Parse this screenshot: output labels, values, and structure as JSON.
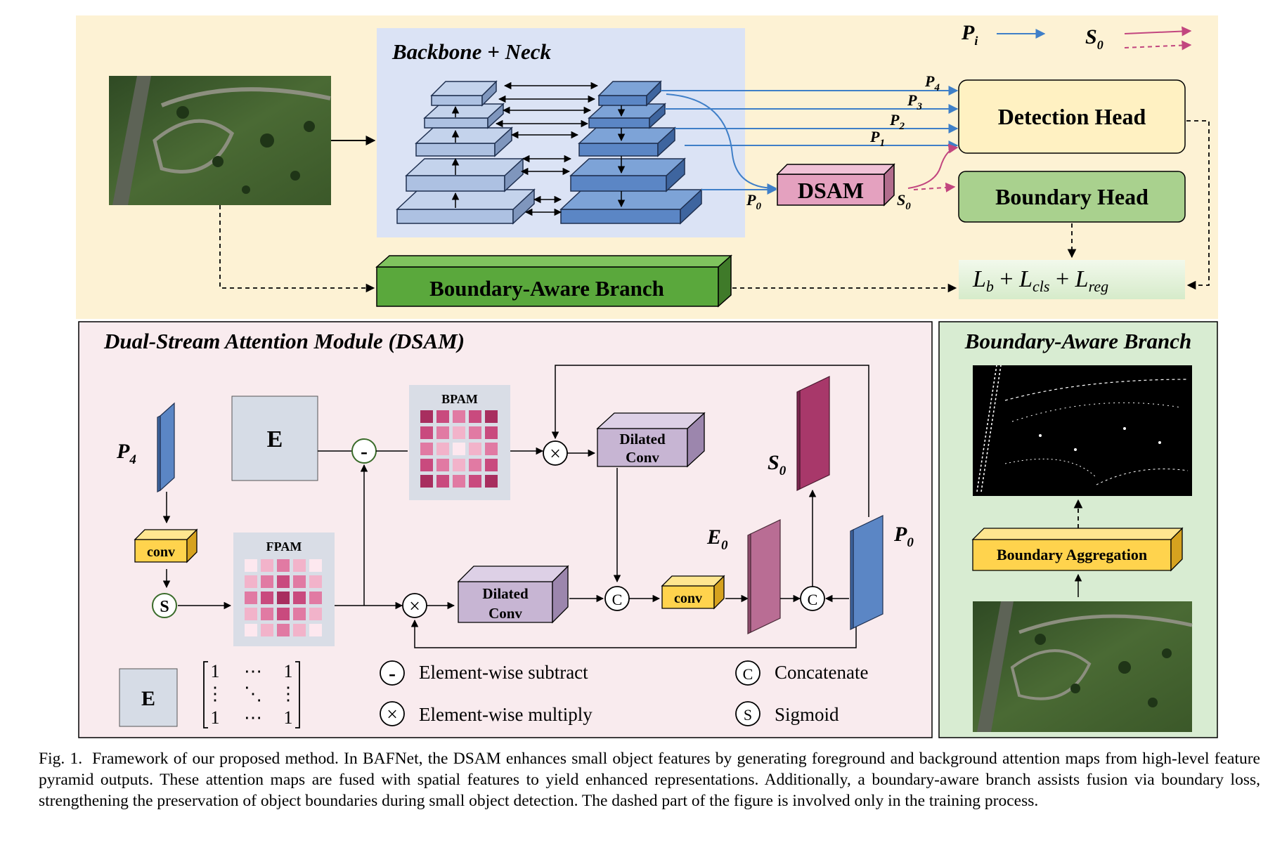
{
  "top": {
    "backbone_title": "Backbone + Neck",
    "legend": {
      "pi_label": "P",
      "pi_sub": "i",
      "s0_label": "S",
      "s0_sub": "0"
    },
    "feature_labels": [
      {
        "main": "P",
        "sub": "4"
      },
      {
        "main": "P",
        "sub": "3"
      },
      {
        "main": "P",
        "sub": "2"
      },
      {
        "main": "P",
        "sub": "1"
      },
      {
        "main": "P",
        "sub": "0"
      },
      {
        "main": "S",
        "sub": "0"
      }
    ],
    "dsam_label": "DSAM",
    "detection_head": "Detection Head",
    "boundary_head": "Boundary Head",
    "boundary_branch": "Boundary-Aware Branch",
    "loss": {
      "lb": "L",
      "lb_sub": "b",
      "plus1": " + ",
      "lcls": "L",
      "lcls_sub": "cls",
      "plus2": " + ",
      "lreg": "L",
      "lreg_sub": "reg"
    }
  },
  "dsam_panel": {
    "title": "Dual-Stream Attention Module (DSAM)",
    "p4": {
      "main": "P",
      "sub": "4"
    },
    "conv": "conv",
    "sigmoid": "S",
    "e_block": "E",
    "fpam": "FPAM",
    "bpam": "BPAM",
    "dilated_top": [
      "Dilated",
      "Conv"
    ],
    "dilated_bottom": [
      "Dilated",
      "Conv"
    ],
    "concat": "C",
    "conv2": "conv",
    "e0": {
      "main": "E",
      "sub": "0"
    },
    "s0": {
      "main": "S",
      "sub": "0"
    },
    "p0": {
      "main": "P",
      "sub": "0"
    },
    "subtract_symbol": "-",
    "multiply_symbol": "×",
    "matrix": {
      "e": "E",
      "r1c1": "1",
      "r1c2": "⋯",
      "r1c3": "1",
      "r2c1": "⋮",
      "r2c2": "⋱",
      "r2c3": "⋮",
      "r3c1": "1",
      "r3c2": "⋯",
      "r3c3": "1"
    },
    "legend": [
      {
        "symbol": "-",
        "text": "Element-wise subtract"
      },
      {
        "symbol": "×",
        "text": "Element-wise multiply"
      },
      {
        "symbol": "C",
        "text": "Concatenate"
      },
      {
        "symbol": "S",
        "text": "Sigmoid"
      }
    ]
  },
  "boundary_panel": {
    "title": "Boundary-Aware Branch",
    "aggregation": "Boundary Aggregation"
  },
  "caption": {
    "label": "Fig. 1.",
    "text": "Framework of our proposed method. In BAFNet, the DSAM enhances small object features by generating foreground and background attention maps from high-level feature pyramid outputs. These attention maps are fused with spatial features to yield enhanced representations. Additionally, a boundary-aware branch assists fusion via boundary loss, strengthening the preservation of object boundaries during small object detection. The dashed part of the figure is involved only in the training process."
  },
  "colors": {
    "top_bg": "#fdf2d4",
    "backbone_bg": "#dbe3f5",
    "dsam_bg": "#f9ebee",
    "boundary_bg": "#d8ecd2",
    "detection_head": "#fff1c2",
    "boundary_head": "#a9d18e",
    "branch_green": "#5aa83c",
    "dsam_pink": "#e4a1bf",
    "conv_yellow": "#ffd34d",
    "dilated_purple": "#c7b5d3",
    "blue_feature": "#5b86c5",
    "magenta": "#b5406f",
    "arrow_blue": "#3f7fc8",
    "arrow_pink": "#c2467f"
  },
  "icons": [
    "aerial-image",
    "boundary-map",
    "sum-circle",
    "multiply-circle"
  ]
}
